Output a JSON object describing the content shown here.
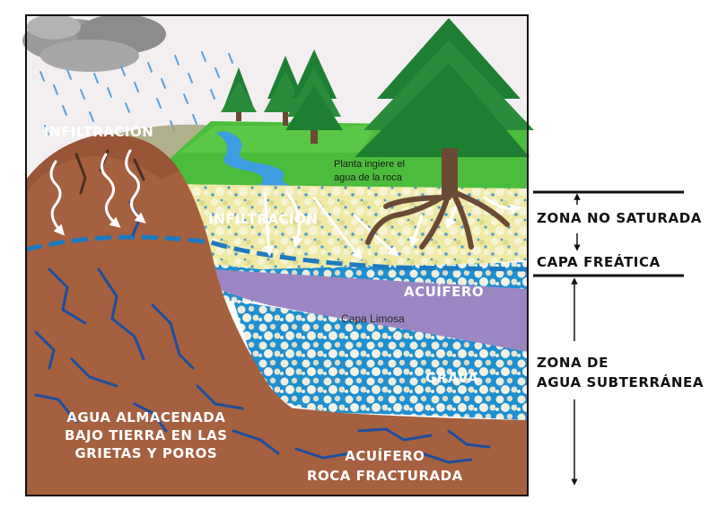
{
  "labels": {
    "infiltracion_left": "INFILTRACIÓN",
    "infiltracion_center": "INFILTRACIÓN",
    "planta": [
      "Planta ingiere el",
      "agua de la roca"
    ],
    "acuifero": "ACUÍFERO",
    "capa_limosa": "Capa Limosa",
    "grava": "GRAVA",
    "agua_almacenada": [
      "AGUA ALMACENADA",
      "BAJO TIERRA EN LAS",
      "GRIETAS Y POROS"
    ],
    "acuifero_roca": [
      "ACUÍFERO",
      "ROCA FRACTURADA"
    ]
  },
  "side_labels": {
    "zona_no_saturada": "ZONA NO SATURADA",
    "capa_freatica": "CAPA FREÁTICA",
    "zona_subterranea": [
      "ZONA DE",
      "AGUA SUBTERRÁNEA"
    ]
  },
  "colors": {
    "sky": "#f2eef0",
    "cloud": "#8a8a8a",
    "rain": "#5aa0d8",
    "grass": "#4cbc3c",
    "tree": "#1e7f33",
    "trunk": "#6b4a35",
    "soil": "#a5603f",
    "unsaturated": "#ede9a8",
    "aquifer": "#1e8fd0",
    "silt": "#9b86c2",
    "rock": "#a5603f",
    "crack": "#1d4f9e",
    "arrow": "#ffffff"
  }
}
